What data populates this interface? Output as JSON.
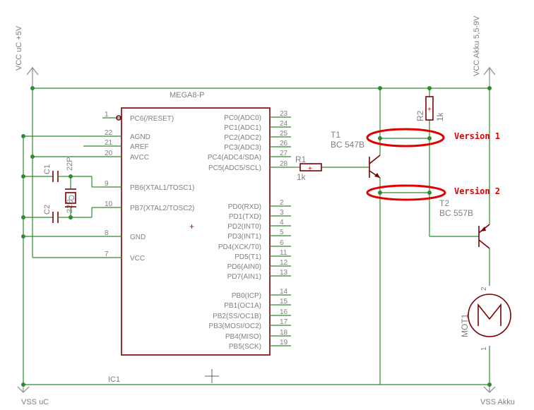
{
  "rails": {
    "vcc_uc": "VCC uC +5V",
    "vcc_akku": "VCC Akku 5,5-9V",
    "vss_uc": "VSS uC",
    "vss_akku": "VSS Akku"
  },
  "ic": {
    "name": "MEGA8-P",
    "ref": "IC1",
    "left_pins": [
      {
        "num": "1",
        "label": "PC6(/RESET)"
      },
      {
        "num": "22",
        "label": "AGND"
      },
      {
        "num": "21",
        "label": "AREF"
      },
      {
        "num": "20",
        "label": "AVCC"
      },
      {
        "num": "9",
        "label": "PB6(XTAL1/TOSC1)"
      },
      {
        "num": "10",
        "label": "PB7(XTAL2/TOSC2)"
      },
      {
        "num": "8",
        "label": "GND"
      },
      {
        "num": "7",
        "label": "VCC"
      }
    ],
    "right_pins": [
      {
        "num": "23",
        "label": "PC0(ADC0)"
      },
      {
        "num": "24",
        "label": "PC1(ADC1)"
      },
      {
        "num": "25",
        "label": "PC2(ADC2)"
      },
      {
        "num": "26",
        "label": "PC3(ADC3)"
      },
      {
        "num": "27",
        "label": "PC4(ADC4/SDA)"
      },
      {
        "num": "28",
        "label": "PC5(ADC5/SCL)"
      },
      {
        "num": "2",
        "label": "PD0(RXD)"
      },
      {
        "num": "3",
        "label": "PD1(TXD)"
      },
      {
        "num": "4",
        "label": "PD2(INT0)"
      },
      {
        "num": "5",
        "label": "PD3(INT1)"
      },
      {
        "num": "6",
        "label": "PD4(XCK/T0)"
      },
      {
        "num": "11",
        "label": "PD5(T1)"
      },
      {
        "num": "12",
        "label": "PD6(AIN0)"
      },
      {
        "num": "13",
        "label": "PD7(AIN1)"
      },
      {
        "num": "14",
        "label": "PB0(ICP)"
      },
      {
        "num": "15",
        "label": "PB1(OC1A)"
      },
      {
        "num": "16",
        "label": "PB2(SS/OC1B)"
      },
      {
        "num": "17",
        "label": "PB3(MOSI/OC2)"
      },
      {
        "num": "18",
        "label": "PB4(MISO)"
      },
      {
        "num": "19",
        "label": "PB5(SCK)"
      }
    ]
  },
  "components": {
    "c1_ref": "C1",
    "c1_val": "22P",
    "c2_ref": "C2",
    "c2_val": "22P",
    "q_ref": "Q",
    "r1_ref": "R1",
    "r1_val": "1k",
    "r2_ref": "R2",
    "r2_val": "1k",
    "t1_ref": "T1",
    "t1_val": "BC 547B",
    "t2_ref": "T2",
    "t2_val": "BC 557B",
    "mot_ref": "MOT1",
    "mot_pin_top": "2",
    "mot_pin_bottom": "1"
  },
  "annotations": {
    "version1": "Version 1",
    "version2": "Version 2"
  },
  "colors": {
    "wire": "#2e8b2e",
    "part": "#7a0000",
    "label": "#808080",
    "highlight": "#e00000"
  }
}
